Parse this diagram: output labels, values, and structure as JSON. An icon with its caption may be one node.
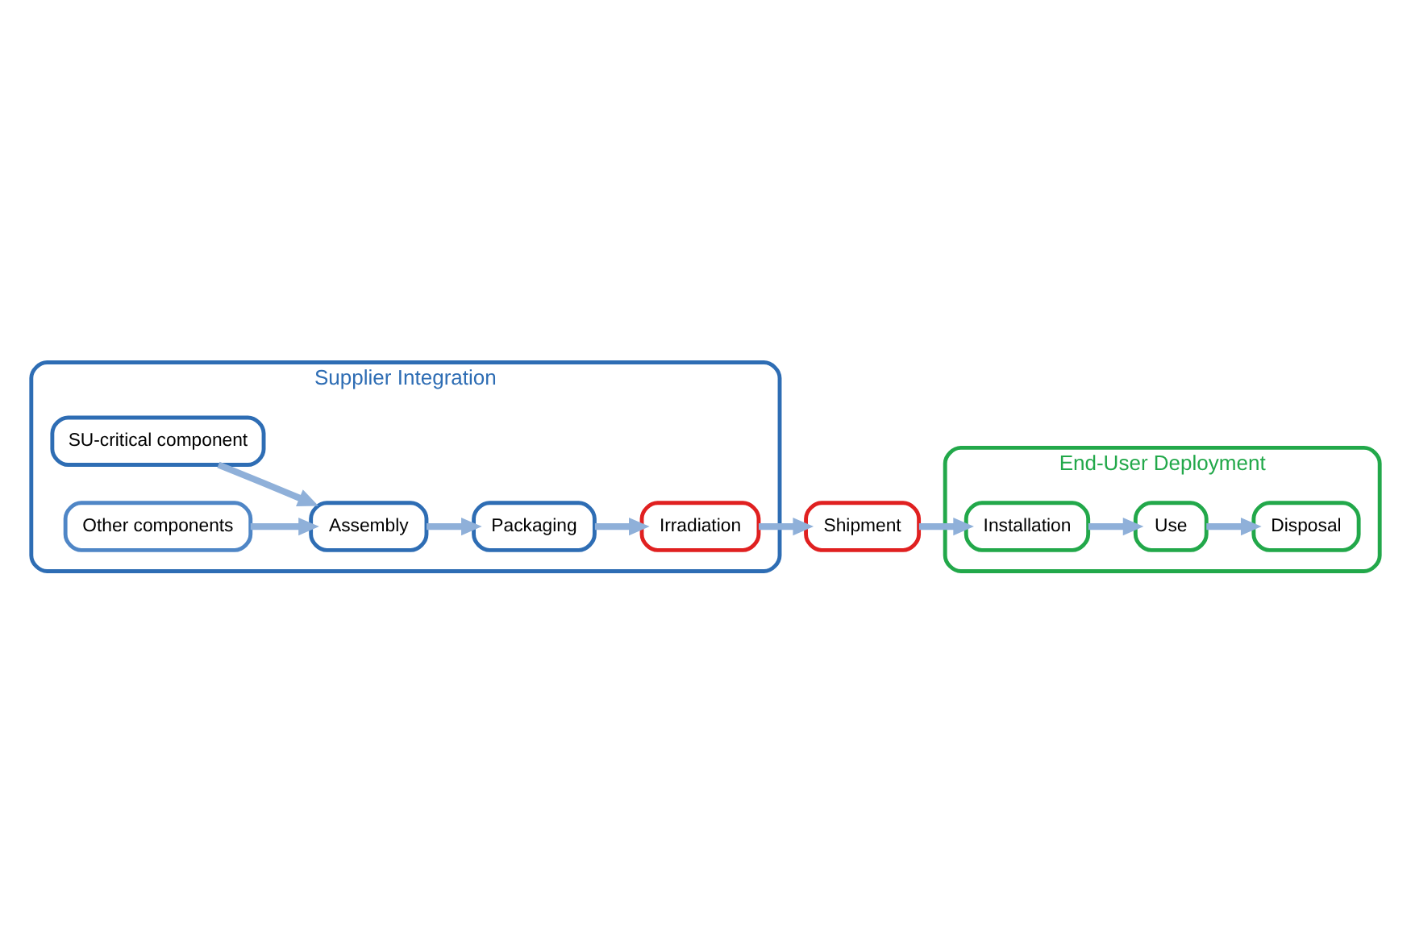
{
  "diagram": {
    "nodes": [
      {
        "text": [
          "Supplier Integration"
        ]
      },
      {
        "text": [
          "SU-critical component"
        ],
        "in": 0
      },
      {
        "text": [
          "Other components"
        ],
        "in": 0
      },
      {
        "text": [
          "Assembly"
        ],
        "in": 0
      },
      {
        "text": [
          "Packaging"
        ],
        "in": 0
      },
      {
        "text": [
          "Irradiation"
        ],
        "in": 0
      },
      {
        "text": [
          "End-User Deployment"
        ]
      },
      {
        "text": [
          "Disposal"
        ],
        "in": 6
      },
      {
        "text": [
          "Use"
        ],
        "in": 6
      },
      {
        "text": [
          "Installation"
        ],
        "in": 6
      },
      {
        "text": [
          "Shipment"
        ]
      }
    ],
    "edges": [
      {
        "from": 1,
        "to": 3,
        "arrow": "to"
      },
      {
        "from": 2,
        "to": 3,
        "arrow": "to"
      },
      {
        "from": 3,
        "to": 4,
        "arrow": "to"
      },
      {
        "from": 4,
        "to": 5,
        "arrow": "to"
      },
      {
        "from": 5,
        "to": 10,
        "arrow": "to"
      },
      {
        "from": 10,
        "to": 9,
        "arrow": "to"
      },
      {
        "from": 9,
        "to": 8,
        "arrow": "to"
      },
      {
        "from": 8,
        "to": 7,
        "arrow": "to"
      }
    ]
  }
}
